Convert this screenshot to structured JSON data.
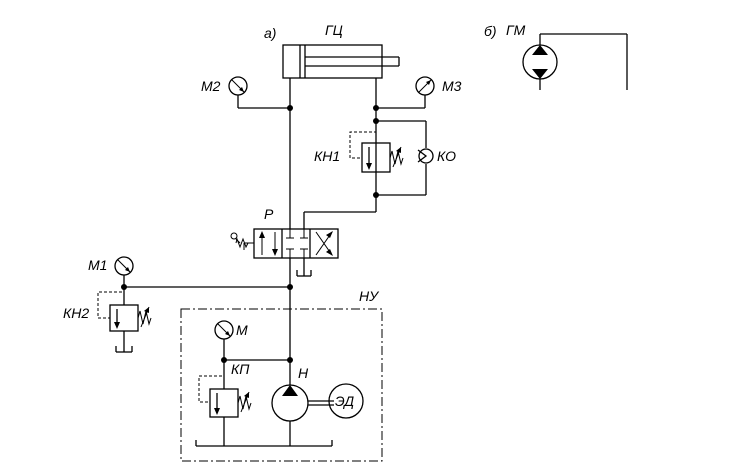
{
  "labels": {
    "scheme_a": "а)",
    "scheme_b": "б)",
    "cylinder": "ГЦ",
    "motor": "ГМ",
    "gauge_m1": "М1",
    "gauge_m2": "М2",
    "gauge_m3": "М3",
    "gauge_m": "М",
    "valve_kn1": "КН1",
    "valve_kn2": "КН2",
    "check_valve": "КО",
    "distributor": "Р",
    "pump_unit": "НУ",
    "relief_valve": "КП",
    "pump": "Н",
    "electric_motor": "ЭД"
  }
}
